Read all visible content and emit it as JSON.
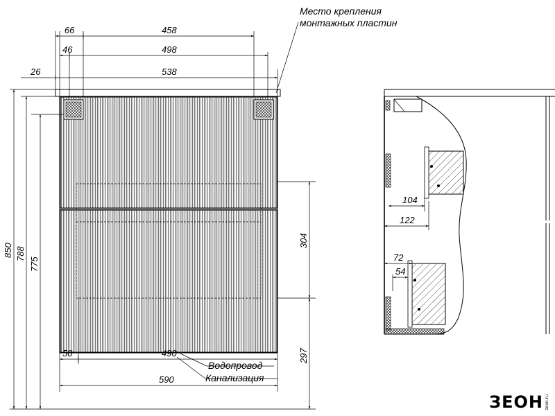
{
  "callouts": {
    "mount_line1": "Место крепления",
    "mount_line2": "монтажных пластин",
    "water": "Водопровод",
    "sewer": "Канализация"
  },
  "front_dims": {
    "d66": "66",
    "d458": "458",
    "d46": "46",
    "d498": "498",
    "d26": "26",
    "d538": "538",
    "d850": "850",
    "d788": "788",
    "d775": "775",
    "d304": "304",
    "d297": "297",
    "d50": "50",
    "d490": "490",
    "d590": "590"
  },
  "side_dims": {
    "d104": "104",
    "d122": "122",
    "d72": "72",
    "d54": "54"
  },
  "logo": {
    "text": "ЗЕОН",
    "sub": "zeon.ru"
  }
}
